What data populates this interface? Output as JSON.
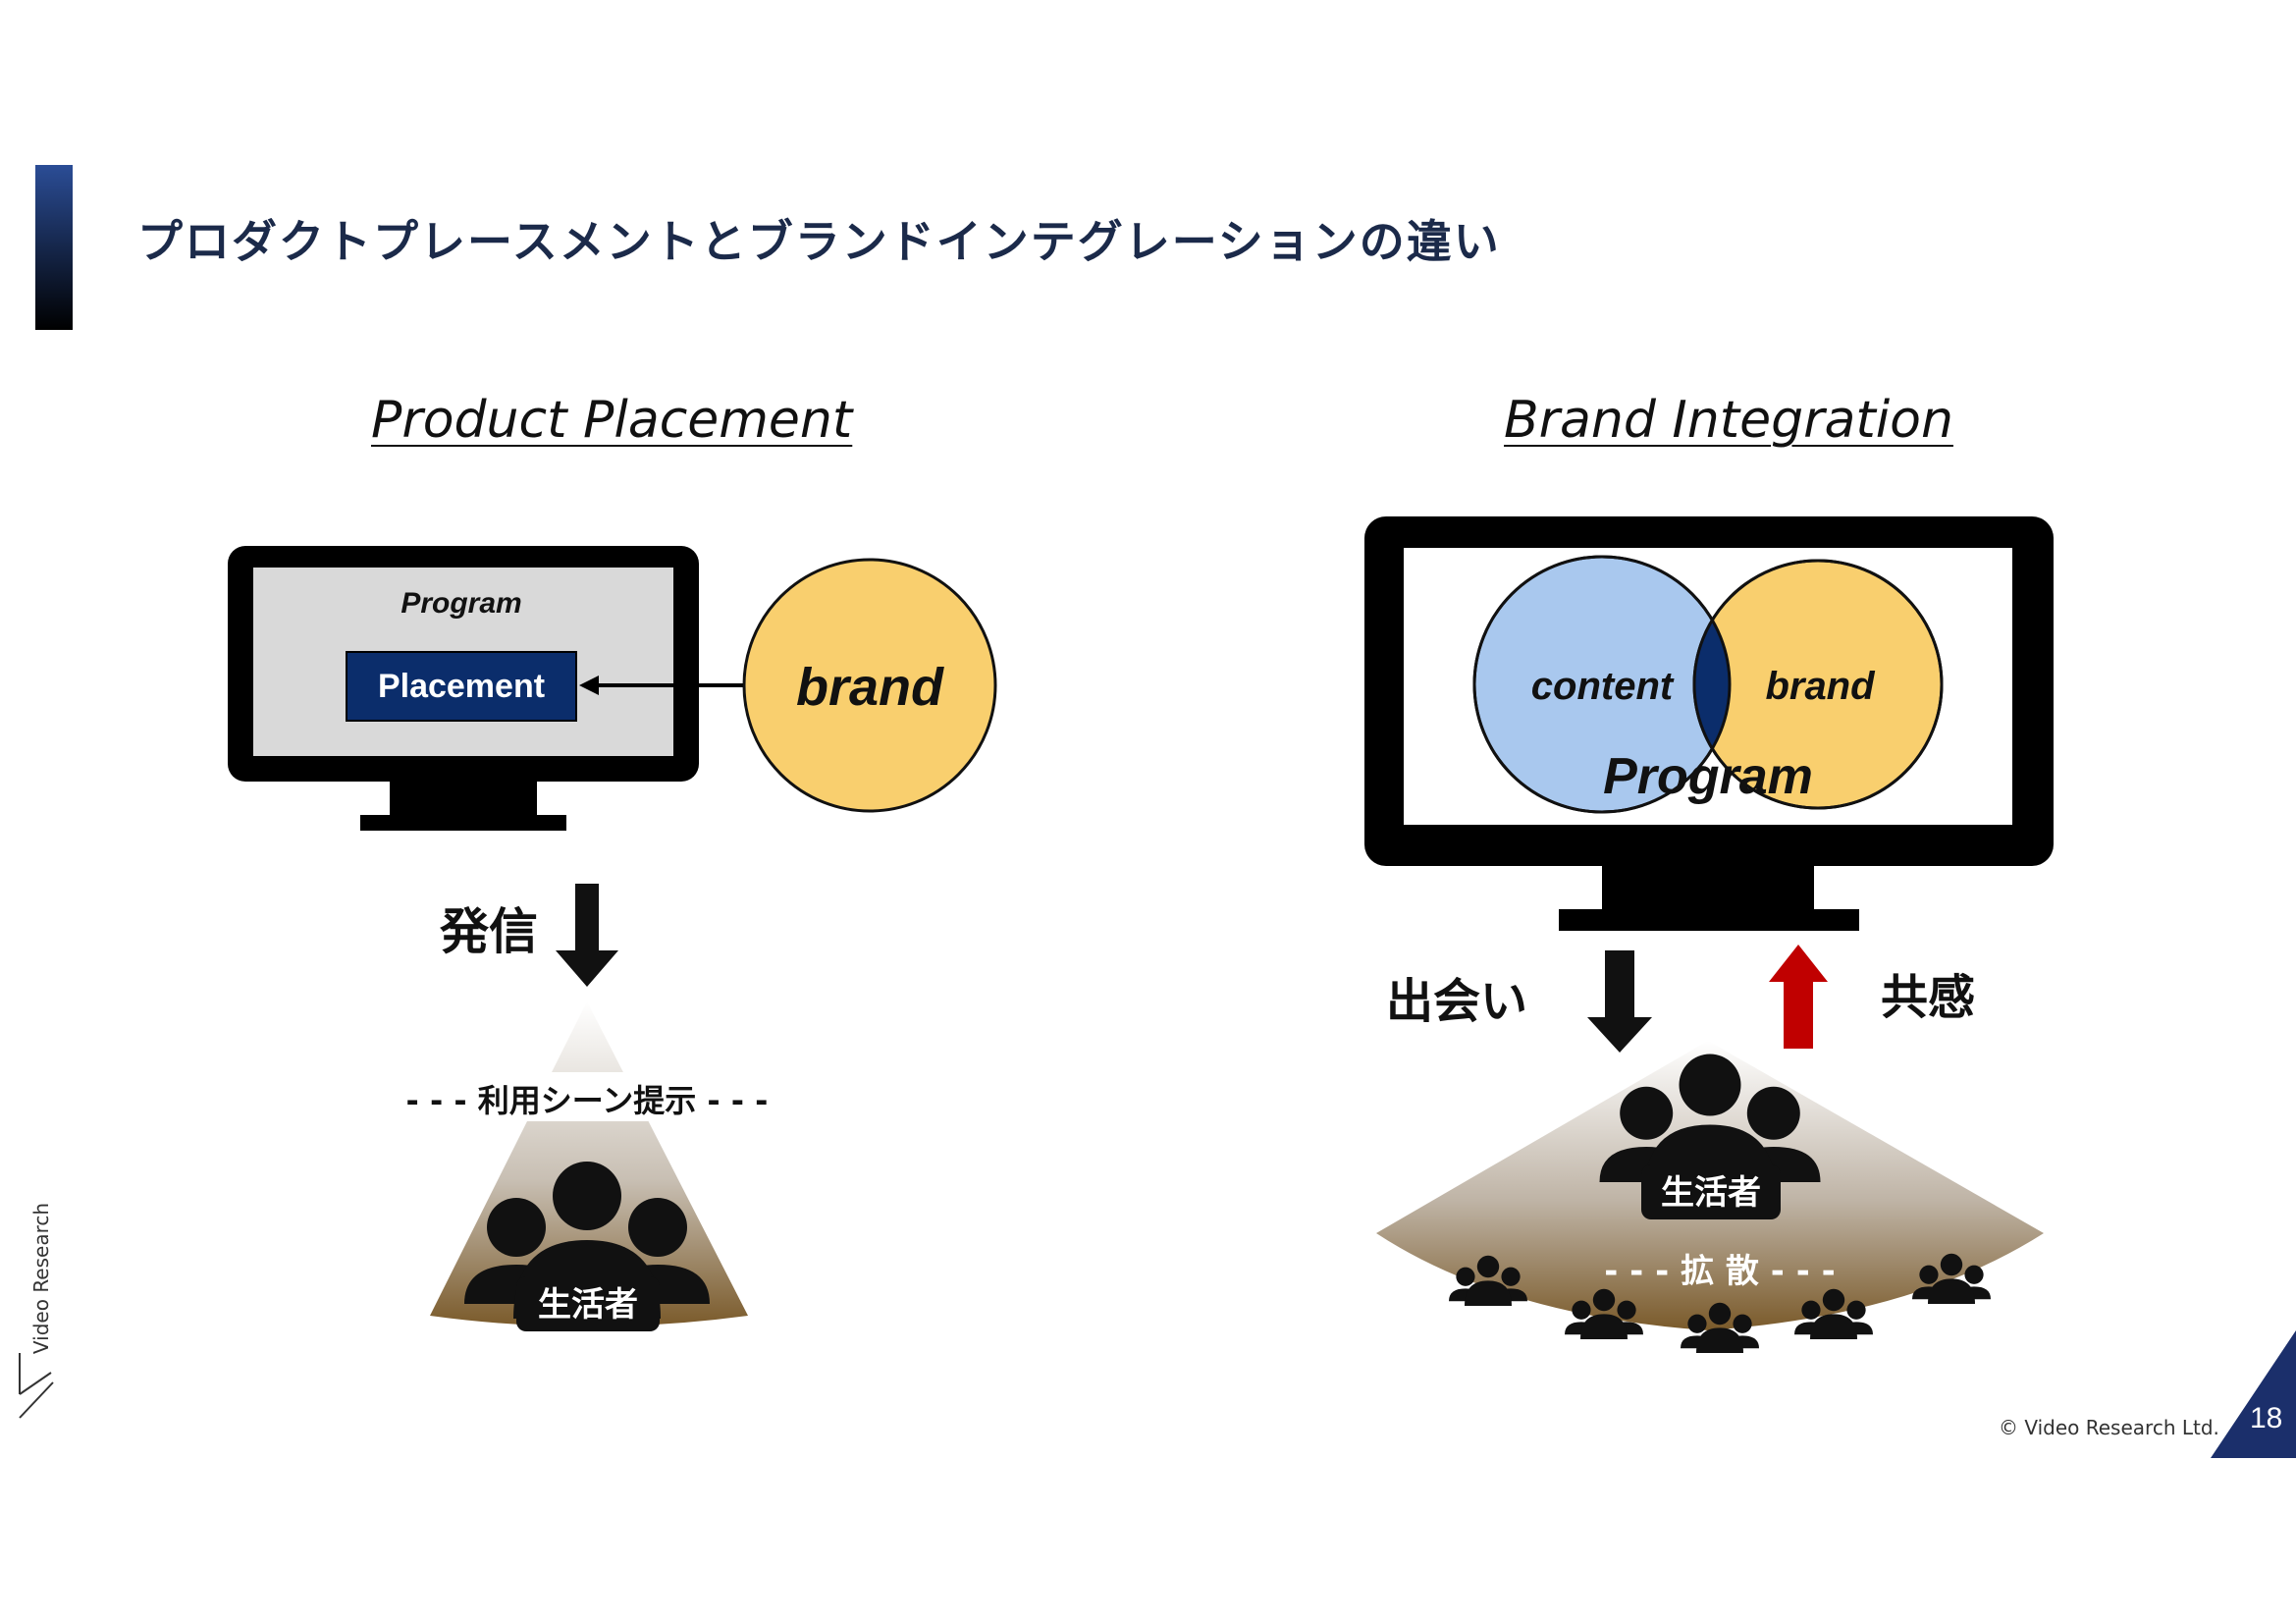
{
  "slide": {
    "title": "プロダクトプレースメントとブランドインテグレーションの違い",
    "page_number": "18",
    "copyright": "© Video Research Ltd.",
    "logo_text": "Video Research"
  },
  "product_placement": {
    "heading": "Product Placement",
    "program_label": "Program",
    "placement_label": "Placement",
    "brand_label": "brand",
    "send_label": "発信",
    "scene_label": "- - - 利用シーン提示 - - -",
    "consumer_label": "生活者"
  },
  "brand_integration": {
    "heading": "Brand Integration",
    "content_label": "content",
    "brand_label": "brand",
    "program_label": "Program",
    "encounter_label": "出会い",
    "empathy_label": "共感",
    "consumer_label": "生活者",
    "spread_label": "- - - 拡 散 - - -"
  },
  "colors": {
    "title_bar_top": "#2b4d96",
    "placement_box": "#0b2d6b",
    "brand_circle": "#f9cf6e",
    "content_circle": "#a9c8ee",
    "overlap": "#0b2d6b",
    "empathy_arrow": "#c00000",
    "cone_bottom": "#7a5a2a"
  },
  "icons": [
    "arrow-down-icon",
    "arrow-up-icon",
    "people-group-icon",
    "arrow-left-icon"
  ]
}
